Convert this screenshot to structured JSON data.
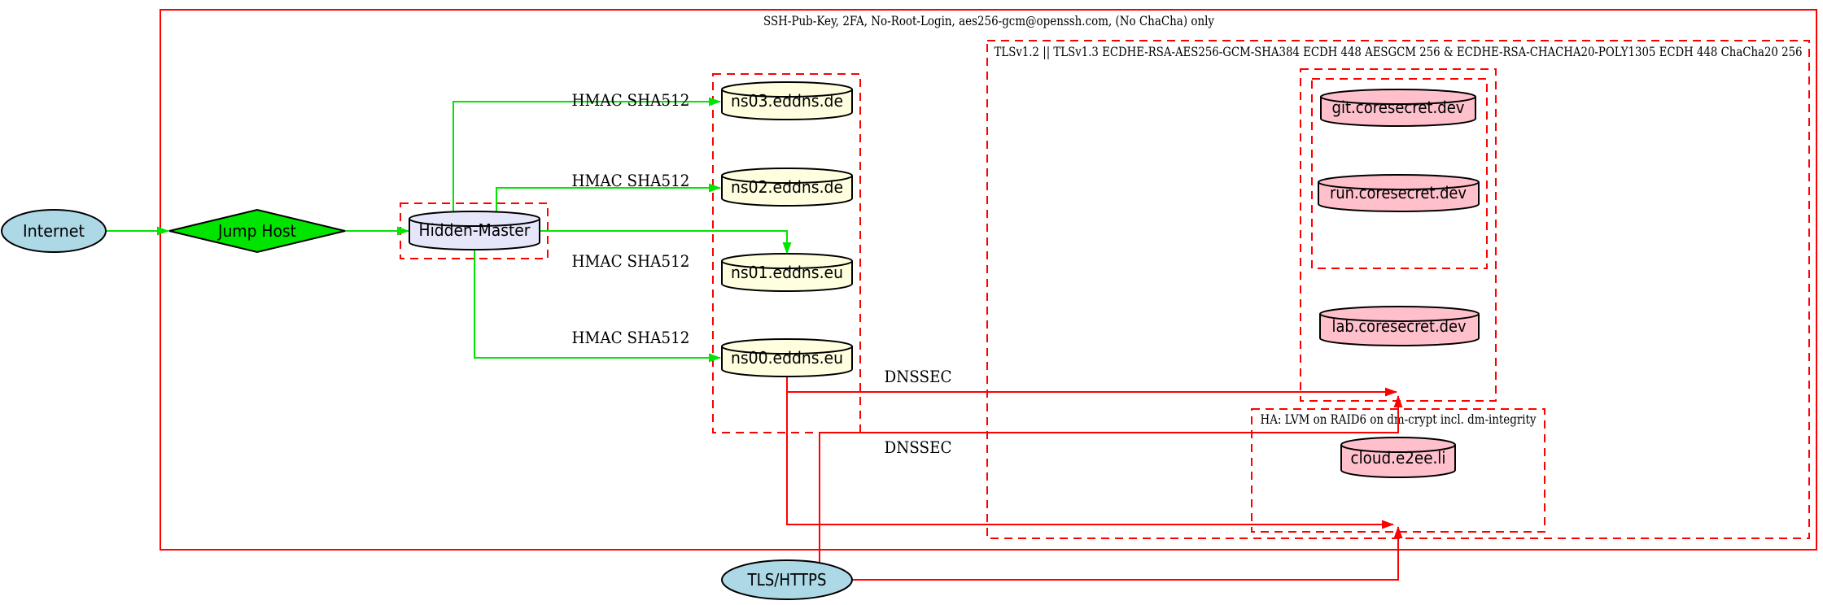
{
  "diagram": {
    "clusters": {
      "ssh": {
        "label": "SSH-Pub-Key, 2FA, No-Root-Login, aes256-gcm@openssh.com, (No ChaCha) only"
      },
      "tls": {
        "label": "TLSv1.2 || TLSv1.3 ECDHE-RSA-AES256-GCM-SHA384 ECDH 448 AESGCM 256 & ECDHE-RSA-CHACHA20-POLY1305 ECDH 448 ChaCha20 256"
      },
      "ha": {
        "label": "HA: LVM on RAID6 on dm-crypt incl. dm-integrity"
      }
    },
    "nodes": {
      "internet": "Internet",
      "jump_host": "Jump Host",
      "hidden_master": "Hidden-Master",
      "ns03": "ns03.eddns.de",
      "ns02": "ns02.eddns.de",
      "ns01": "ns01.eddns.eu",
      "ns00": "ns00.eddns.eu",
      "git": "git.coresecret.dev",
      "run": "run.coresecret.dev",
      "lab": "lab.coresecret.dev",
      "cloud": "cloud.e2ee.li",
      "tls_https": "TLS/HTTPS"
    },
    "edge_labels": {
      "hmac": "HMAC SHA512",
      "dnssec": "DNSSEC"
    },
    "colors": {
      "cluster_red": "#ff0000",
      "edge_green": "#00e400",
      "edge_red": "#ff0000",
      "node_blue": "#add8e6",
      "node_green": "#00e400",
      "node_lavender": "#e6e6fa",
      "node_yellow": "#ffffe0",
      "node_pink": "#ffc0cb"
    }
  }
}
